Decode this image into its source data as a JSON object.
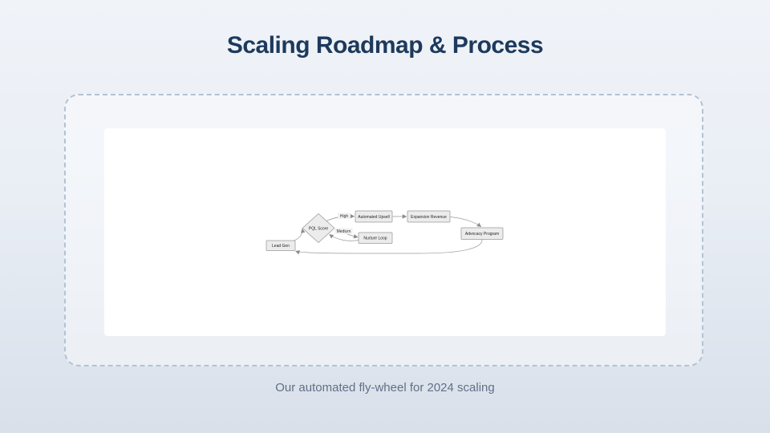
{
  "slide": {
    "title": "Scaling Roadmap & Process",
    "caption": "Our automated fly-wheel for 2024 scaling"
  },
  "colors": {
    "title_text": "#1d3a5c",
    "caption_text": "#5f7088",
    "panel_dashed_border": "#b5c2d3",
    "canvas_background": "#ffffff",
    "node_fill": "#ececec",
    "node_border": "#999999",
    "edge_stroke": "#9a9a9a"
  },
  "flowchart": {
    "nodes": [
      {
        "id": "lead_gen",
        "label": "Lead Gen",
        "shape": "rect"
      },
      {
        "id": "pql_score",
        "label": "PQL Score",
        "shape": "diamond"
      },
      {
        "id": "automated_upsell",
        "label": "Automated Upsell",
        "shape": "rect"
      },
      {
        "id": "expansion_revenue",
        "label": "Expansion Revenue",
        "shape": "rect"
      },
      {
        "id": "nurture_loop",
        "label": "Nurture Loop",
        "shape": "rect"
      },
      {
        "id": "advocacy_program",
        "label": "Advocacy Program",
        "shape": "rect"
      }
    ],
    "edges": [
      {
        "from": "lead_gen",
        "to": "pql_score",
        "label": ""
      },
      {
        "from": "pql_score",
        "to": "automated_upsell",
        "label": "High"
      },
      {
        "from": "automated_upsell",
        "to": "expansion_revenue",
        "label": ""
      },
      {
        "from": "expansion_revenue",
        "to": "advocacy_program",
        "label": ""
      },
      {
        "from": "pql_score",
        "to": "nurture_loop",
        "label": "Medium"
      },
      {
        "from": "nurture_loop",
        "to": "pql_score",
        "label": ""
      },
      {
        "from": "advocacy_program",
        "to": "lead_gen",
        "label": ""
      }
    ]
  }
}
